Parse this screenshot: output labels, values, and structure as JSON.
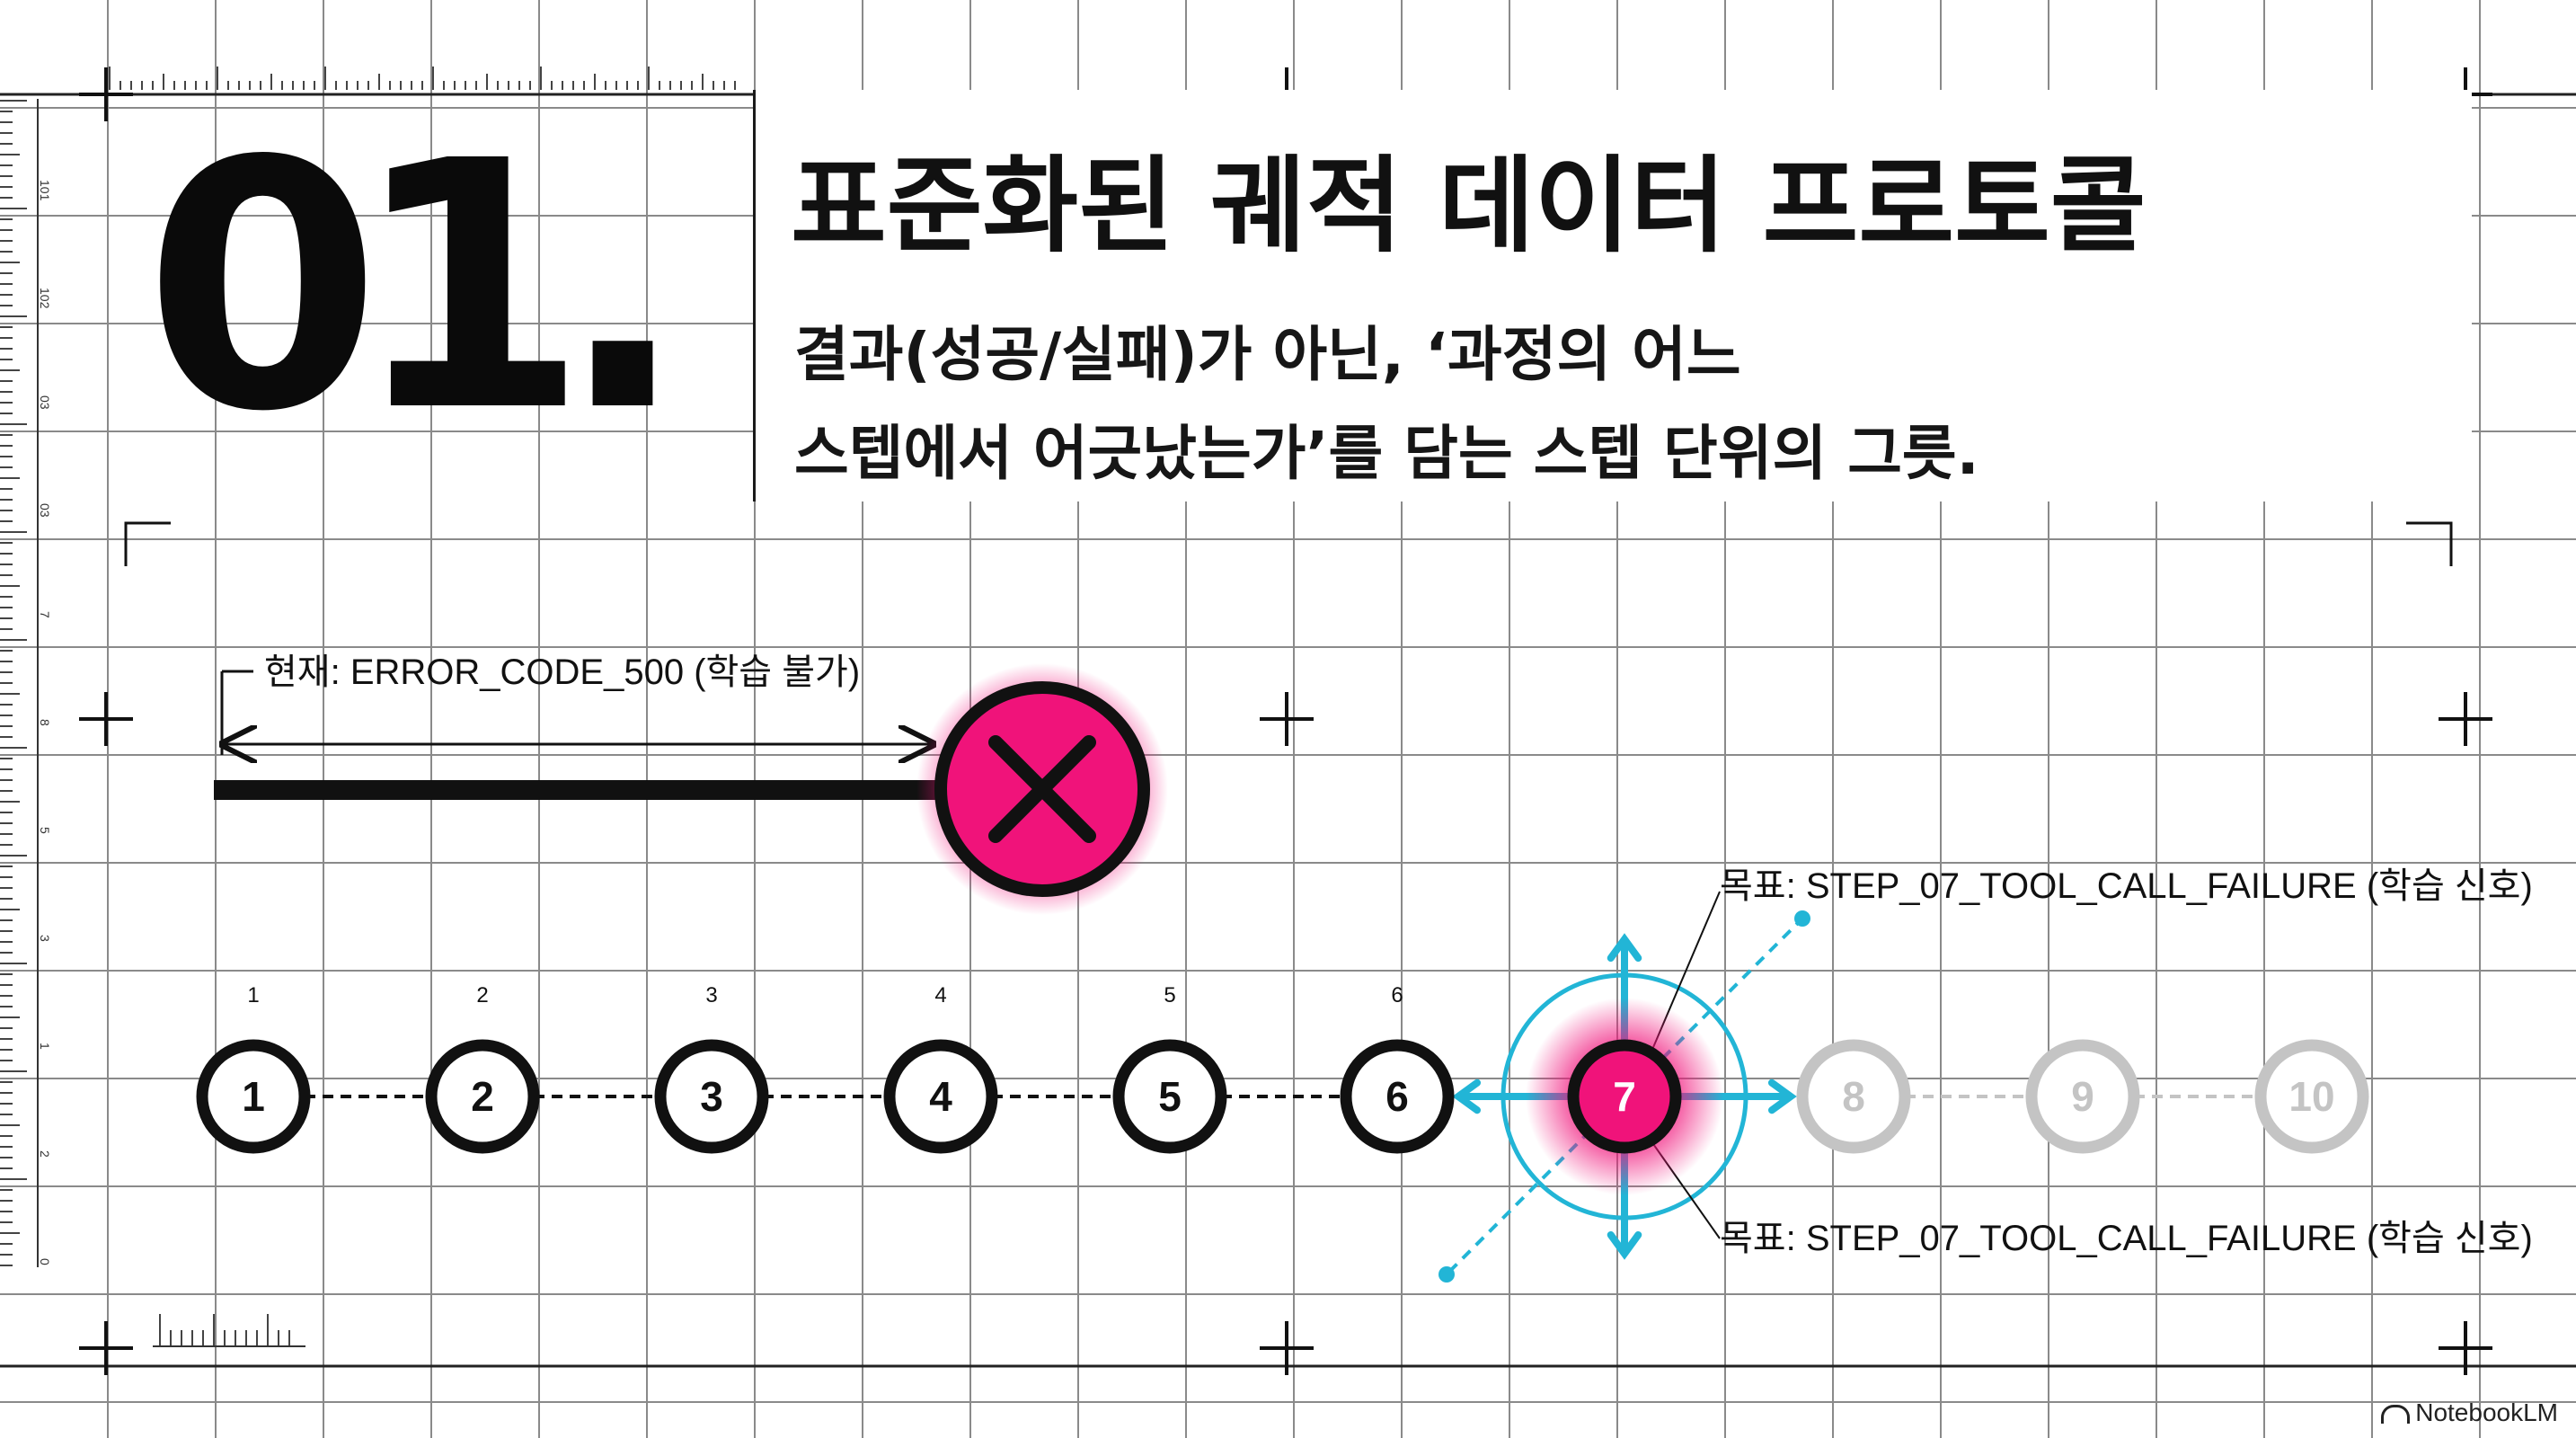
{
  "header": {
    "number": "01.",
    "title": "표준화된 궤적 데이터 프로토콜",
    "subtitle_line1": "결과(성공/실패)가 아닌, ‘과정의 어느",
    "subtitle_line2": "스텝에서 어긋났는가’를 담는 스텝 단위의 그릇."
  },
  "current": {
    "label": "현재: ERROR_CODE_500 (학습 불가)",
    "marker_icon": "x-mark-icon"
  },
  "target": {
    "label_top": "목표: STEP_07_TOOL_CALL_FAILURE (학습 신호)",
    "label_bottom": "목표: STEP_07_TOOL_CALL_FAILURE (학습 신호)",
    "focus_step": "7"
  },
  "steps": [
    {
      "tick": "1",
      "label": "1",
      "state": "done"
    },
    {
      "tick": "2",
      "label": "2",
      "state": "done"
    },
    {
      "tick": "3",
      "label": "3",
      "state": "done"
    },
    {
      "tick": "4",
      "label": "4",
      "state": "done"
    },
    {
      "tick": "5",
      "label": "5",
      "state": "done"
    },
    {
      "tick": "6",
      "label": "6",
      "state": "done"
    },
    {
      "tick": "",
      "label": "7",
      "state": "failed"
    },
    {
      "tick": "",
      "label": "8",
      "state": "pending"
    },
    {
      "tick": "",
      "label": "9",
      "state": "pending"
    },
    {
      "tick": "",
      "label": "10",
      "state": "pending"
    }
  ],
  "ruler_labels": [
    "101",
    "102",
    "03",
    "03",
    "7",
    "8",
    "5",
    "3",
    "1",
    "2",
    "0"
  ],
  "brand": {
    "name": "NotebookLM",
    "icon": "notebooklm-logo-icon"
  },
  "colors": {
    "accent_magenta": "#f0137a",
    "accent_cyan": "#22b5d6",
    "ink": "#111111",
    "pending_gray": "#c4c4c4"
  }
}
